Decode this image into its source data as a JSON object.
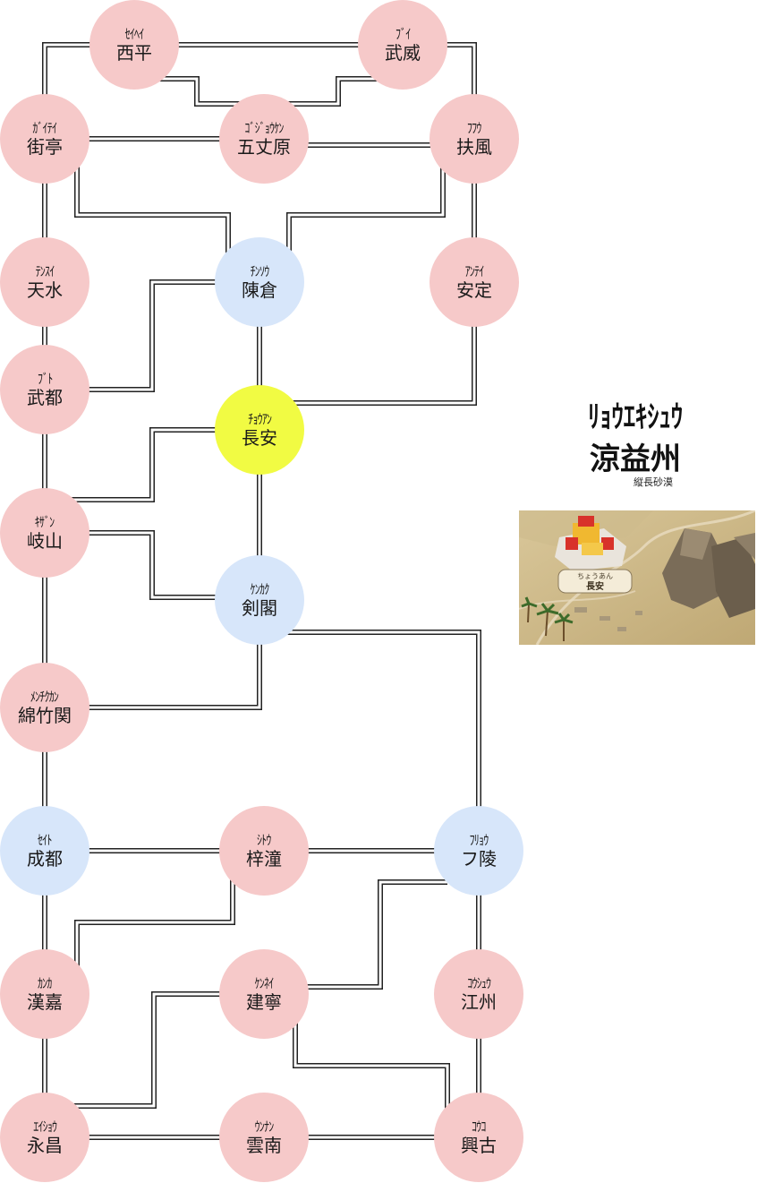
{
  "region": {
    "reading": "ﾘｮｳｴｷｼｭｳ",
    "name": "涼益州",
    "subtitle": "縦長砂漠"
  },
  "thumbnail": {
    "label_reading": "ちょうあん",
    "label_name": "長安"
  },
  "colors": {
    "normal": "#f6c9c9",
    "major": "#d7e6fa",
    "capital": "#f1fb43"
  },
  "nodes": [
    {
      "id": "seihei",
      "type": "normal",
      "kana": "ｾｲﾍｲ",
      "kanji": "西平"
    },
    {
      "id": "bui",
      "type": "normal",
      "kana": "ﾌﾞｲ",
      "kanji": "武威"
    },
    {
      "id": "gaitei",
      "type": "normal",
      "kana": "ｶﾞｲﾃｲ",
      "kanji": "街亭"
    },
    {
      "id": "gojougen",
      "type": "normal",
      "kana": "ｺﾞｼﾞｮｳｹﾝ",
      "kanji": "五丈原"
    },
    {
      "id": "fufuu",
      "type": "normal",
      "kana": "ﾌﾌｳ",
      "kanji": "扶風"
    },
    {
      "id": "tensui",
      "type": "normal",
      "kana": "ﾃﾝｽｲ",
      "kanji": "天水"
    },
    {
      "id": "chinsou",
      "type": "major",
      "kana": "ﾁﾝｿｳ",
      "kanji": "陳倉"
    },
    {
      "id": "antei",
      "type": "normal",
      "kana": "ｱﾝﾃｲ",
      "kanji": "安定"
    },
    {
      "id": "buto",
      "type": "normal",
      "kana": "ﾌﾞﾄ",
      "kanji": "武都"
    },
    {
      "id": "chouan",
      "type": "capital",
      "kana": "ﾁｮｳｱﾝ",
      "kanji": "長安"
    },
    {
      "id": "kizan",
      "type": "normal",
      "kana": "ｷｻﾞﾝ",
      "kanji": "岐山"
    },
    {
      "id": "kenkaku",
      "type": "major",
      "kana": "ｹﾝｶｸ",
      "kanji": "剣閣"
    },
    {
      "id": "menchikukan",
      "type": "normal",
      "kana": "ﾒﾝﾁｸｶﾝ",
      "kanji": "綿竹関"
    },
    {
      "id": "seito",
      "type": "major",
      "kana": "ｾｲﾄ",
      "kanji": "成都"
    },
    {
      "id": "shitou",
      "type": "normal",
      "kana": "ｼﾄｳ",
      "kanji": "梓潼"
    },
    {
      "id": "furyou",
      "type": "major",
      "kana": "ﾌﾘｮｳ",
      "kanji": "フ陵"
    },
    {
      "id": "kanka",
      "type": "normal",
      "kana": "ｶﾝｶ",
      "kanji": "漢嘉"
    },
    {
      "id": "kennei",
      "type": "normal",
      "kana": "ｹﾝﾈｲ",
      "kanji": "建寧"
    },
    {
      "id": "koushuu",
      "type": "normal",
      "kana": "ｺｳｼｭｳ",
      "kanji": "江州"
    },
    {
      "id": "eishou",
      "type": "normal",
      "kana": "ｴｲｼｮｳ",
      "kanji": "永昌"
    },
    {
      "id": "unnan",
      "type": "normal",
      "kana": "ｳﾝﾅﾝ",
      "kanji": "雲南"
    },
    {
      "id": "kouko",
      "type": "normal",
      "kana": "ｺｳｺ",
      "kanji": "興古"
    }
  ],
  "edges": [
    [
      "seihei",
      "bui"
    ],
    [
      "seihei",
      "gaitei"
    ],
    [
      "seihei",
      "gojougen"
    ],
    [
      "bui",
      "gojougen"
    ],
    [
      "bui",
      "fufuu"
    ],
    [
      "gaitei",
      "gojougen"
    ],
    [
      "gaitei",
      "tensui"
    ],
    [
      "gaitei",
      "chinsou"
    ],
    [
      "gojougen",
      "fufuu"
    ],
    [
      "fufuu",
      "chinsou"
    ],
    [
      "fufuu",
      "antei"
    ],
    [
      "tensui",
      "buto"
    ],
    [
      "chinsou",
      "buto"
    ],
    [
      "chinsou",
      "chouan"
    ],
    [
      "antei",
      "chouan"
    ],
    [
      "buto",
      "kizan"
    ],
    [
      "chouan",
      "kizan"
    ],
    [
      "chouan",
      "kenkaku"
    ],
    [
      "kizan",
      "kenkaku"
    ],
    [
      "kizan",
      "menchikukan"
    ],
    [
      "kenkaku",
      "menchikukan"
    ],
    [
      "kenkaku",
      "furyou"
    ],
    [
      "menchikukan",
      "seito"
    ],
    [
      "seito",
      "shitou"
    ],
    [
      "seito",
      "kanka"
    ],
    [
      "shitou",
      "furyou"
    ],
    [
      "shitou",
      "kanka"
    ],
    [
      "furyou",
      "kennei"
    ],
    [
      "furyou",
      "koushuu"
    ],
    [
      "kanka",
      "eishou"
    ],
    [
      "kennei",
      "eishou"
    ],
    [
      "kennei",
      "kouko"
    ],
    [
      "koushuu",
      "kouko"
    ],
    [
      "eishou",
      "unnan"
    ],
    [
      "unnan",
      "kouko"
    ]
  ]
}
